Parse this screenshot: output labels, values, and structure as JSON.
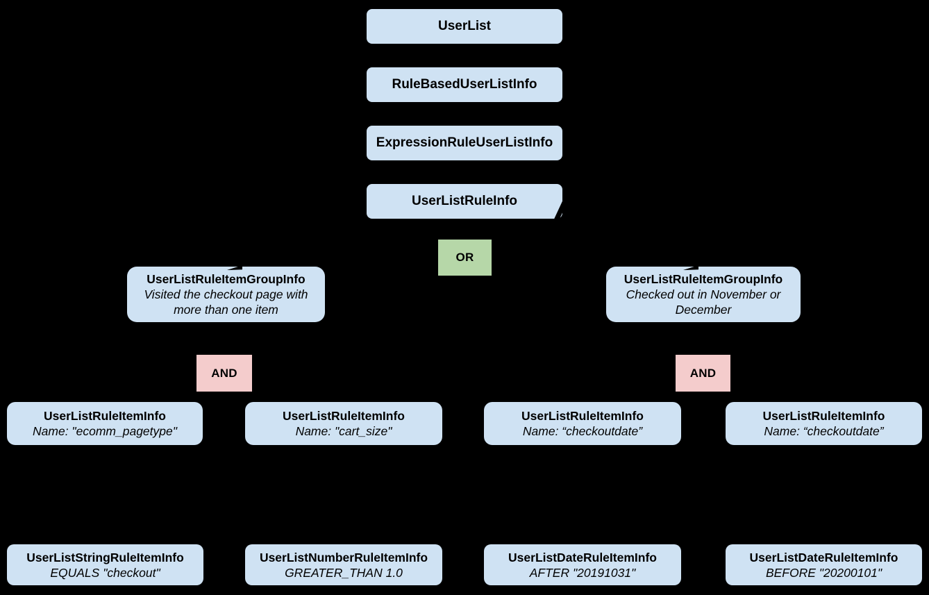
{
  "diagram": {
    "background": "#000000",
    "colors": {
      "node_fill": "#cfe2f3",
      "or_fill": "#b6d7a8",
      "and_fill": "#f4cccc",
      "text": "#000000"
    },
    "chain": [
      {
        "label": "UserList"
      },
      {
        "label": "RuleBasedUserListInfo"
      },
      {
        "label": "ExpressionRuleUserListInfo"
      },
      {
        "label": "UserListRuleInfo"
      }
    ],
    "operators": {
      "or": "OR",
      "and_left": "AND",
      "and_right": "AND"
    },
    "groups": [
      {
        "title": "UserListRuleItemGroupInfo",
        "description": "Visited the checkout page with more than one item"
      },
      {
        "title": "UserListRuleItemGroupInfo",
        "description": "Checked out in November or December"
      }
    ],
    "rule_items": [
      {
        "title": "UserListRuleItemInfo",
        "description": "Name: \"ecomm_pagetype\""
      },
      {
        "title": "UserListRuleItemInfo",
        "description": "Name: \"cart_size\""
      },
      {
        "title": "UserListRuleItemInfo",
        "description": "Name: “checkoutdate”"
      },
      {
        "title": "UserListRuleItemInfo",
        "description": "Name: “checkoutdate”"
      }
    ],
    "leaf_items": [
      {
        "title": "UserListStringRuleItemInfo",
        "description": "EQUALS \"checkout\""
      },
      {
        "title": "UserListNumberRuleItemInfo",
        "description": "GREATER_THAN 1.0"
      },
      {
        "title": "UserListDateRuleItemInfo",
        "description": "AFTER \"20191031\""
      },
      {
        "title": "UserListDateRuleItemInfo",
        "description": "BEFORE \"20200101\""
      }
    ]
  }
}
